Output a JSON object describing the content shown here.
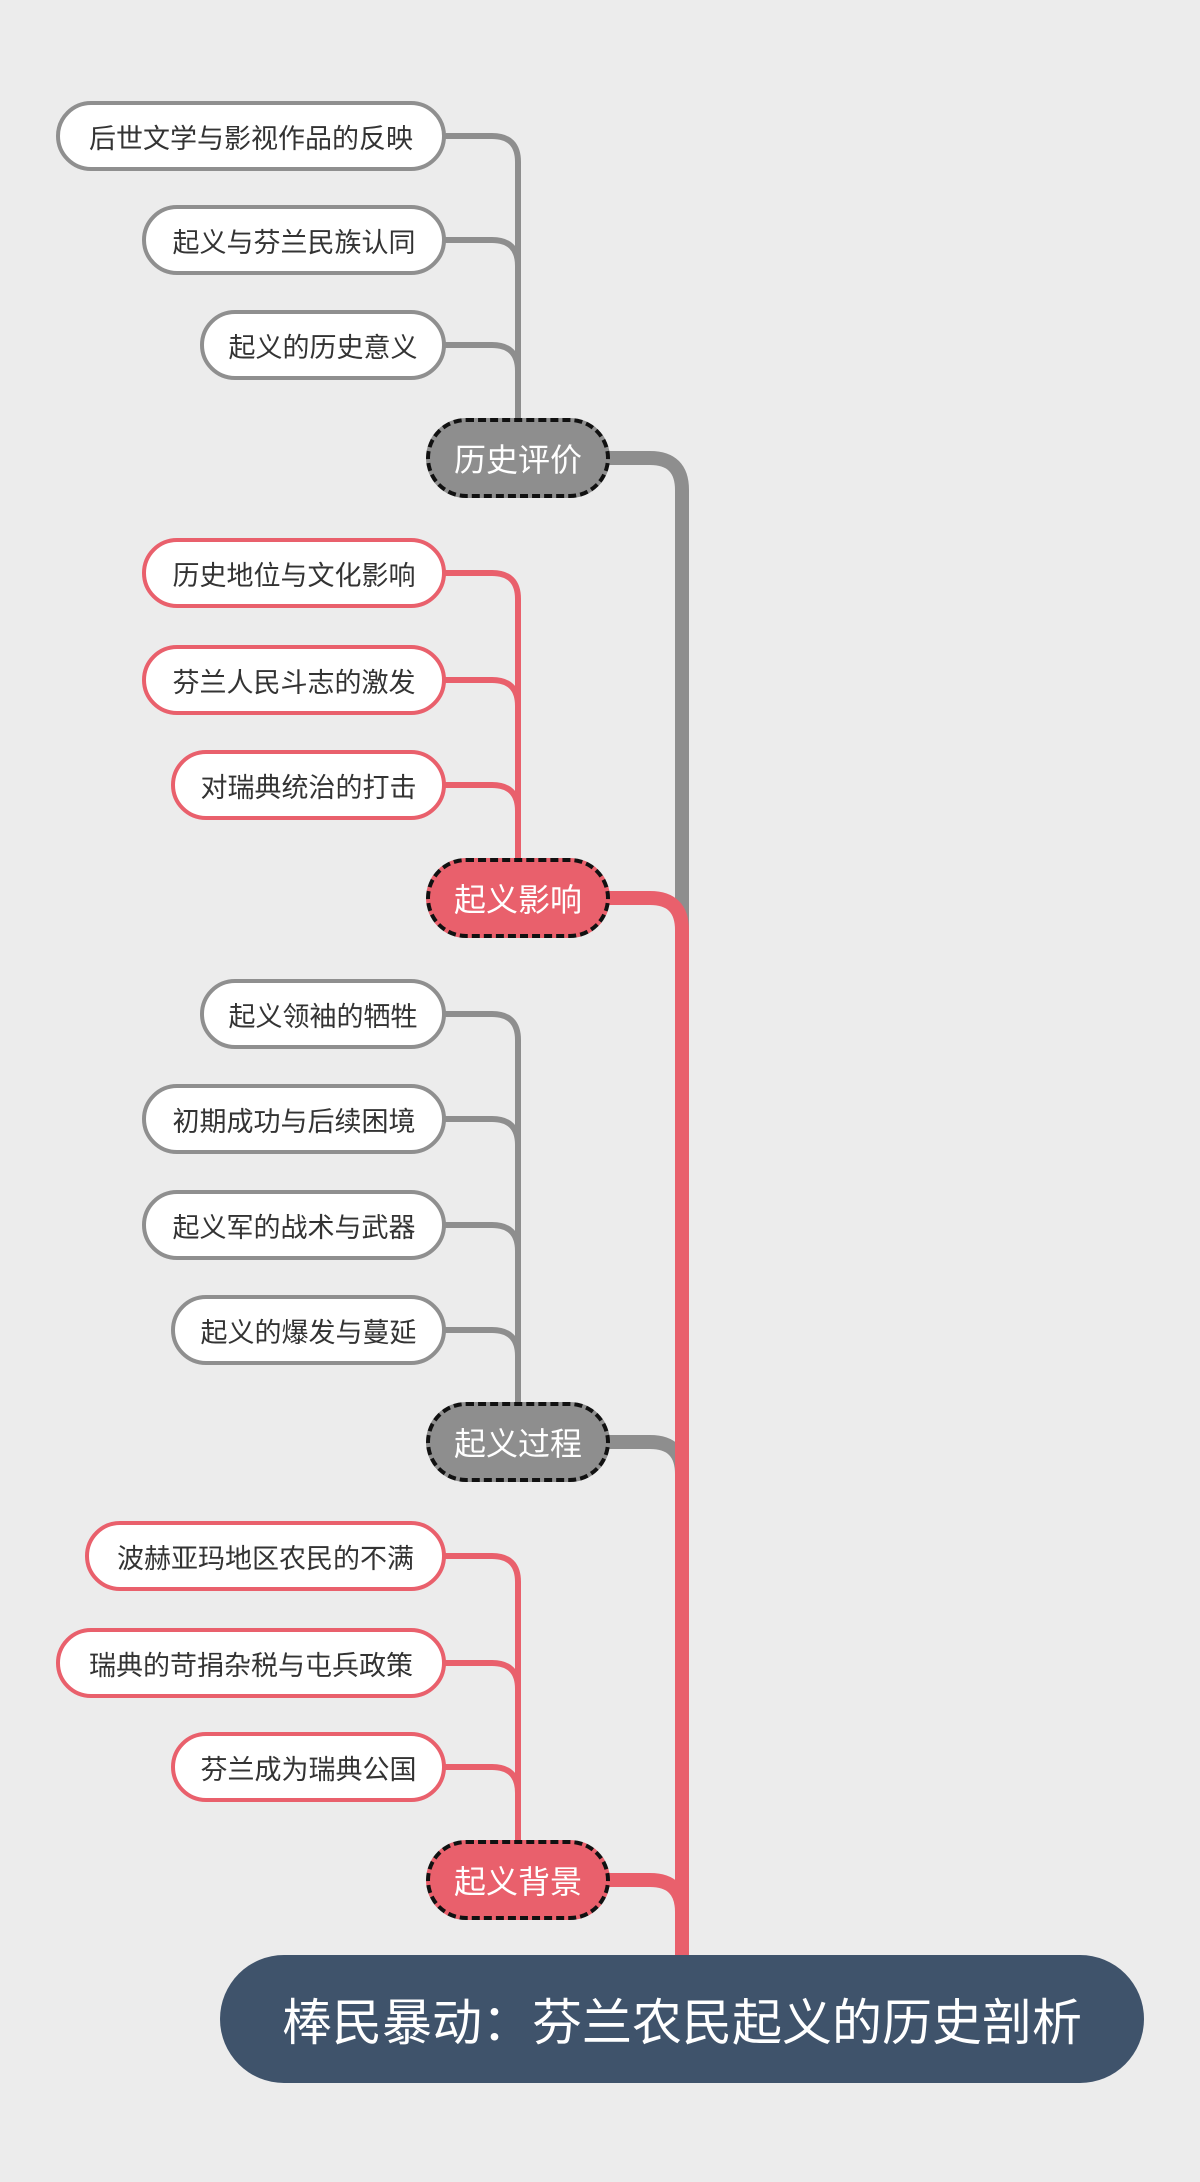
{
  "mindmap": {
    "root": {
      "label": "棒民暴动：芬兰农民起义的历史剖析"
    },
    "colors": {
      "background": "#ececec",
      "root_fill": "#3f536b",
      "gray": "#8e8e8e",
      "red": "#e9606c",
      "leaf_fill": "#ffffff",
      "text_dark": "#333333"
    },
    "branches": [
      {
        "label": "历史评价",
        "color": "gray",
        "children": [
          {
            "label": "后世文学与影视作品的反映"
          },
          {
            "label": "起义与芬兰民族认同"
          },
          {
            "label": "起义的历史意义"
          }
        ]
      },
      {
        "label": "起义影响",
        "color": "red",
        "children": [
          {
            "label": "历史地位与文化影响"
          },
          {
            "label": "芬兰人民斗志的激发"
          },
          {
            "label": "对瑞典统治的打击"
          }
        ]
      },
      {
        "label": "起义过程",
        "color": "gray",
        "children": [
          {
            "label": "起义领袖的牺牲"
          },
          {
            "label": "初期成功与后续困境"
          },
          {
            "label": "起义军的战术与武器"
          },
          {
            "label": "起义的爆发与蔓延"
          }
        ]
      },
      {
        "label": "起义背景",
        "color": "red",
        "children": [
          {
            "label": "波赫亚玛地区农民的不满"
          },
          {
            "label": "瑞典的苛捐杂税与屯兵政策"
          },
          {
            "label": "芬兰成为瑞典公国"
          }
        ]
      }
    ]
  }
}
